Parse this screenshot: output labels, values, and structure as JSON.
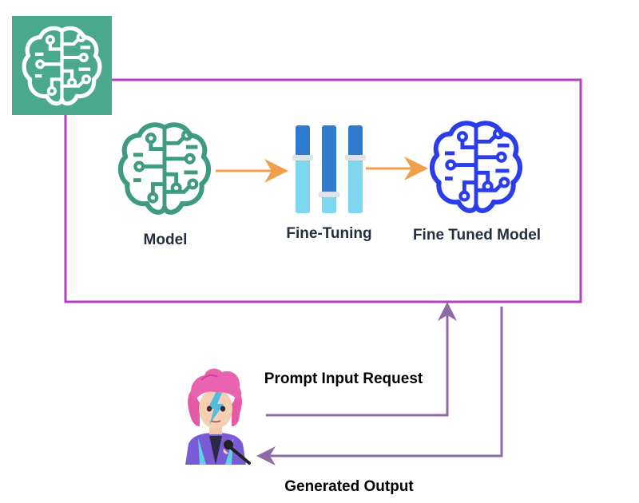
{
  "nodes": {
    "model": {
      "label": "Model",
      "color": "#3f9a82"
    },
    "fine_tuning": {
      "label": "Fine-Tuning",
      "color": "#2e7bcf"
    },
    "fine_tuned_model": {
      "label": "Fine Tuned Model",
      "color": "#2a3de8"
    }
  },
  "flows": {
    "prompt_input": {
      "label": "Prompt Input Request"
    },
    "generated_output": {
      "label": "Generated Output"
    }
  },
  "colors": {
    "logo_bg": "#4aa88d",
    "container_border": "#b13fbf",
    "arrow_orange": "#f0a04b",
    "arrow_purple": "#8f6aa8",
    "slider_light": "#7ed6ef"
  },
  "icons": {
    "logo": "brain-circuit-icon",
    "model": "brain-circuit-icon",
    "fine_tuning": "sliders-icon",
    "fine_tuned_model": "brain-circuit-icon",
    "user": "user-avatar-icon"
  }
}
